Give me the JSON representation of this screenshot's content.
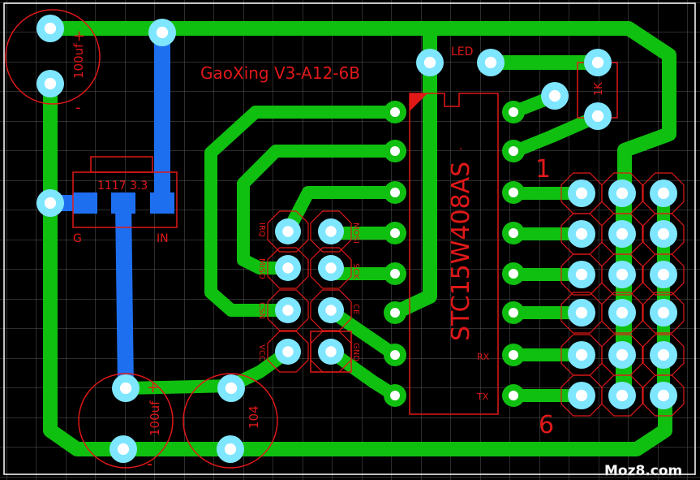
{
  "board": {
    "title": "GaoXing V3-A12-6B",
    "chip": "STC15W408AS",
    "chip_dot": "·",
    "watermark": "Moz8.com"
  },
  "components": {
    "cap_top_value": "100uf",
    "cap_top_plus": "+",
    "cap_top_minus": "-",
    "cap_bottom_value": "100uf",
    "cap_bottom_plus": "+",
    "cap_bottom_minus": "-",
    "cap_104": "104",
    "regulator": "1117 3.3",
    "reg_g": "G",
    "reg_in": "IN",
    "led": "LED",
    "resistor": "1K",
    "pin1": "1",
    "pin6": "6",
    "rx": "RX",
    "tx": "TX"
  },
  "nrf_labels": {
    "left": [
      "IRQ",
      "MISO",
      "CSN",
      "VCC"
    ],
    "right": [
      "MOSI",
      "SCK",
      "CE",
      "GND"
    ]
  },
  "colors": {
    "background": "#000000",
    "grid": "#5a5a5a",
    "trace_top": "#10c010",
    "trace_bottom": "#1e6ff0",
    "pad": "#7fe6ff",
    "silk": "#e01818"
  }
}
